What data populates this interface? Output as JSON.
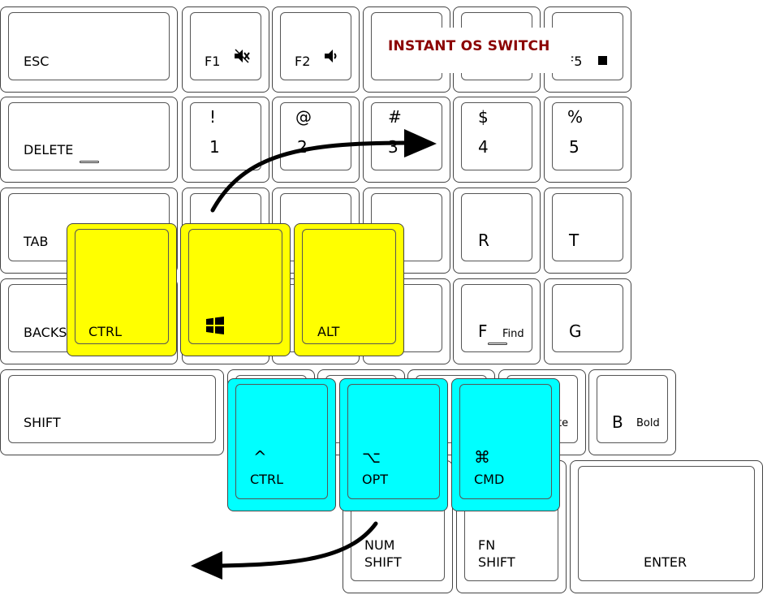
{
  "callout": {
    "text": "INSTANT OS SWITCH",
    "color": "#8b0000"
  },
  "colors": {
    "windows_keys": "#ffff00",
    "mac_keys": "#00ffff",
    "key_border": "#444444"
  },
  "base_keys": {
    "esc": "ESC",
    "f1": "F1",
    "f2": "F2",
    "f5": "F5",
    "delete": "DELETE",
    "excl": "!",
    "one": "1",
    "at": "@",
    "two": "2",
    "hash": "#",
    "three": "3",
    "dollar": "$",
    "four": "4",
    "percent": "%",
    "five": "5",
    "tab": "TAB",
    "r": "R",
    "t": "T",
    "backspace": "BACKSPACE",
    "f": "F",
    "find": "Find",
    "g": "G",
    "shift": "SHIFT",
    "paste": "Paste",
    "b": "B",
    "bold": "Bold",
    "num": "NUM",
    "num_shift": "SHIFT",
    "fn": "FN",
    "fn_shift": "SHIFT",
    "enter": "ENTER"
  },
  "windows_keys": {
    "ctrl": "CTRL",
    "win_icon": "windows-logo-icon",
    "alt": "ALT"
  },
  "mac_keys": {
    "ctrl_symbol": "^",
    "ctrl": "CTRL",
    "opt_symbol": "⌥",
    "opt": "OPT",
    "cmd_symbol": "⌘",
    "cmd": "CMD"
  },
  "icons": {
    "f1": "mute-icon",
    "f2": "volume-icon",
    "f5": "stop-icon"
  }
}
